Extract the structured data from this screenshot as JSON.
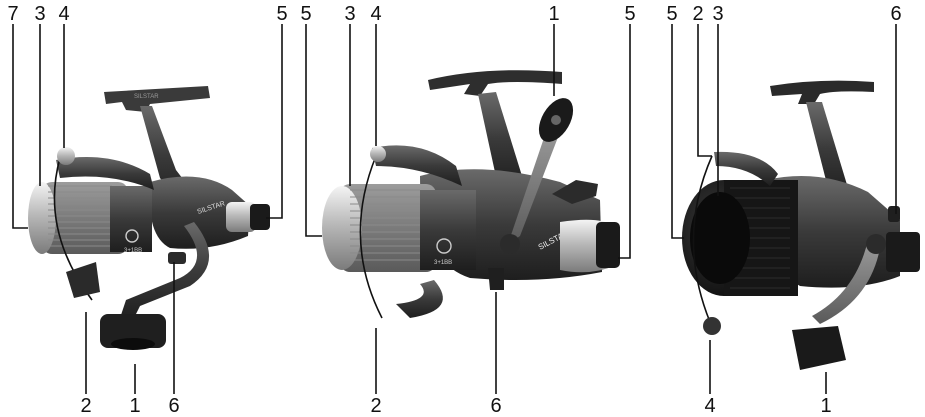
{
  "figure": {
    "panels": [
      {
        "id": "left",
        "top_labels": [
          "7",
          "3",
          "4",
          "5"
        ],
        "bottom_labels": [
          "2",
          "1",
          "6"
        ],
        "reel_brand_marking": "SILSTAR",
        "spool_marking": "3+1BB"
      },
      {
        "id": "center",
        "top_labels": [
          "5",
          "3",
          "4",
          "1",
          "5"
        ],
        "bottom_labels": [
          "2",
          "6"
        ],
        "reel_brand_marking": "SILSTAR",
        "spool_marking": "3+1BB"
      },
      {
        "id": "right",
        "top_labels": [
          "5",
          "2",
          "3",
          "6"
        ],
        "bottom_labels": [
          "4",
          "1"
        ]
      }
    ]
  }
}
